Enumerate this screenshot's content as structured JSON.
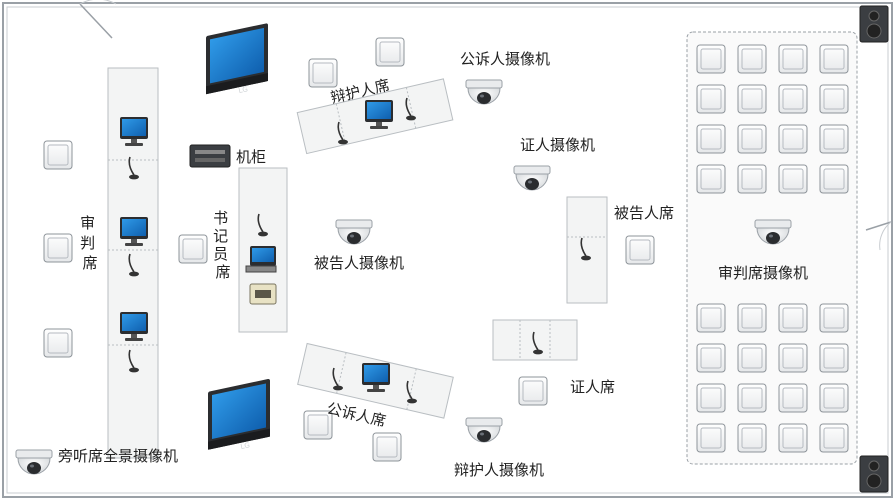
{
  "labels": {
    "judge_bench": "审判席",
    "clerk_seat": "书记员席",
    "cabinet": "机柜",
    "defense_seat": "辩护人席",
    "prosecutor_seat": "公诉人席",
    "defendant_seat": "被告人席",
    "witness_seat": "证人席",
    "prosecutor_camera": "公诉人摄像机",
    "witness_camera": "证人摄像机",
    "defendant_camera": "被告人摄像机",
    "judge_camera": "审判席摄像机",
    "defense_camera": "辩护人摄像机",
    "gallery_camera": "旁听席全景摄像机"
  },
  "tv_brand": "LG",
  "colors": {
    "wall": "#9aa0a6",
    "table_fill": "#f3f4f4",
    "table_stroke": "#b9bec2",
    "screen": "#1e7fd0",
    "frame": "#2b2d30",
    "chair_stroke": "#8e949a"
  }
}
